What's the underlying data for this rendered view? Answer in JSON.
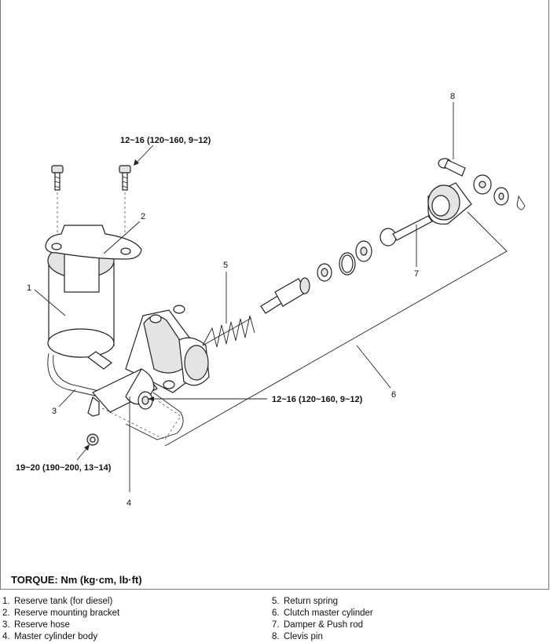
{
  "diagram": {
    "callouts": [
      "1",
      "2",
      "3",
      "4",
      "5",
      "6",
      "7",
      "8"
    ],
    "torque_values": {
      "bracket_bolt": "12~16 (120~160, 9~12)",
      "hose_fitting": "12~16 (120~160, 9~12)",
      "nut": "19~20 (190~200, 13~14)"
    }
  },
  "torque_header": "TORQUE: Nm (kg·cm, lb·ft)",
  "legend": {
    "left": [
      {
        "num": "1.",
        "label": "Reserve tank (for diesel)"
      },
      {
        "num": "2.",
        "label": "Reserve mounting bracket"
      },
      {
        "num": "3.",
        "label": "Reserve hose"
      },
      {
        "num": "4.",
        "label": "Master cylinder body"
      }
    ],
    "right": [
      {
        "num": "5.",
        "label": "Return spring"
      },
      {
        "num": "6.",
        "label": "Clutch master cylinder"
      },
      {
        "num": "7.",
        "label": "Damper & Push rod"
      },
      {
        "num": "8.",
        "label": "Clevis pin"
      }
    ]
  }
}
